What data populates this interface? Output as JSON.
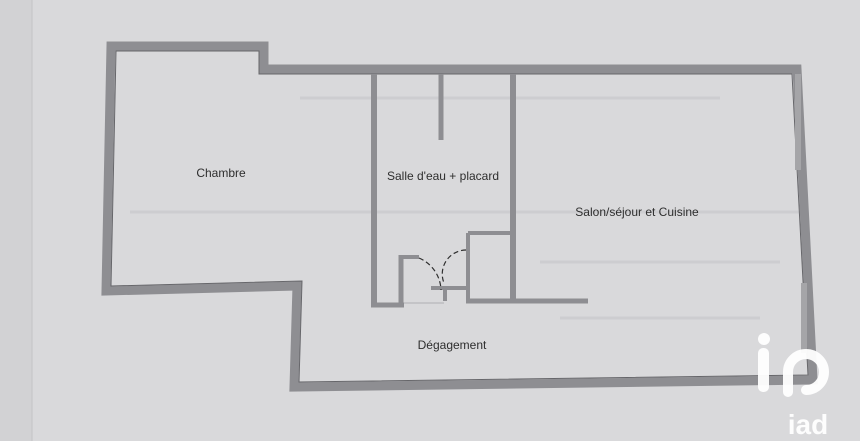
{
  "rooms": {
    "chambre": "Chambre",
    "salle_eau": "Salle d'eau + placard",
    "salon": "Salon/séjour et Cuisine",
    "degagement": "Dégagement"
  },
  "brand": {
    "name": "iad",
    "color": "#ffffff"
  },
  "colors": {
    "wall_fill": "#8f8f92",
    "wall_stroke": "#5a5a5e",
    "paper": "#d9d9db",
    "room_fill": "#dcdcde"
  }
}
